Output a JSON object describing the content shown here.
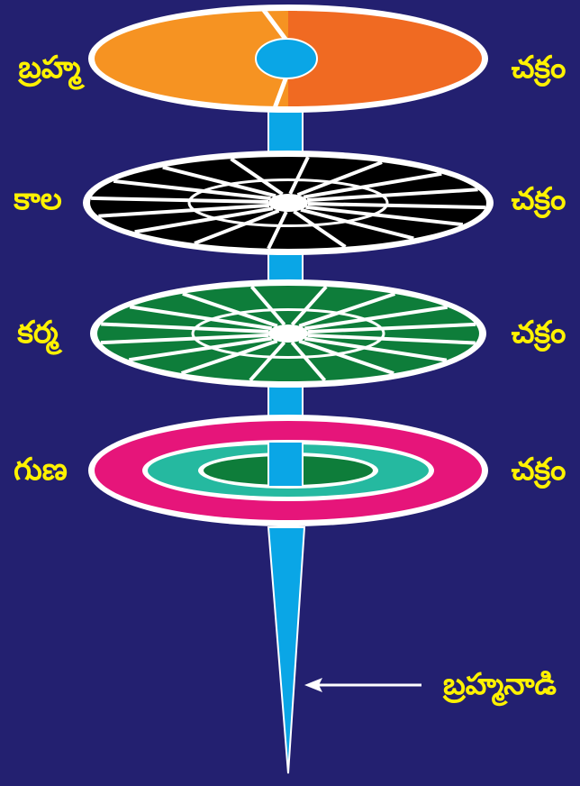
{
  "colors": {
    "background": "#232070",
    "axis": "#0aa6e6",
    "label": "#fff200",
    "outline": "#ffffff",
    "brahma_left": "#f69322",
    "brahma_right": "#f06a22",
    "kala_fill": "#000000",
    "karma_fill": "#0e7d3a",
    "guna_outer": "#e6157a",
    "guna_middle": "#25b9a0",
    "guna_inner": "#0e7d3a"
  },
  "chakras": [
    {
      "id": "brahma",
      "name": "బ్రహ్మ",
      "suffix": "చక్రం",
      "style": "split"
    },
    {
      "id": "kala",
      "name": "కాల",
      "suffix": "చక్రం",
      "style": "spokes"
    },
    {
      "id": "karma",
      "name": "కర్మ",
      "suffix": "చక్రం",
      "style": "spokes"
    },
    {
      "id": "guna",
      "name": "గుణ",
      "suffix": "చక్రం",
      "style": "rings"
    }
  ],
  "pointer": {
    "label": "బ్రహ్మనాడి"
  }
}
